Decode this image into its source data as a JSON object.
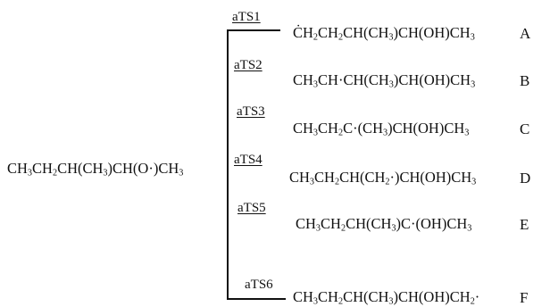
{
  "reactant": {
    "parts": [
      "CH",
      "3",
      "CH",
      "2",
      "CH(CH",
      "3",
      ")CH(O·)CH",
      "3"
    ]
  },
  "pathways": [
    {
      "ts": "aTS1",
      "product": [
        "ĊH",
        "2",
        "CH",
        "2",
        "CH(CH",
        "3",
        ")CH(OH)CH",
        "3"
      ],
      "letter": "A"
    },
    {
      "ts": "aTS2",
      "product": [
        "CH",
        "3",
        "CH·CH(CH",
        "3",
        ")CH(OH)CH",
        "3"
      ],
      "letter": "B"
    },
    {
      "ts": "aTS3",
      "product": [
        "CH",
        "3",
        "CH",
        "2",
        "C·(CH",
        "3",
        ")CH(OH)CH",
        "3"
      ],
      "letter": "C"
    },
    {
      "ts": "aTS4",
      "product": [
        "CH",
        "3",
        "CH",
        "2",
        "CH(CH",
        "2",
        "·)CH(OH)CH",
        "3"
      ],
      "letter": "D"
    },
    {
      "ts": "aTS5",
      "product": [
        "CH",
        "3",
        "CH",
        "2",
        "CH(CH",
        "3",
        ")C·(OH)CH",
        "3"
      ],
      "letter": "E"
    },
    {
      "ts": "aTS6",
      "product": [
        "CH",
        "3",
        "CH",
        "2",
        "CH(CH",
        "3",
        ")CH(OH)CH",
        "2",
        "·"
      ],
      "letter": "F"
    }
  ]
}
